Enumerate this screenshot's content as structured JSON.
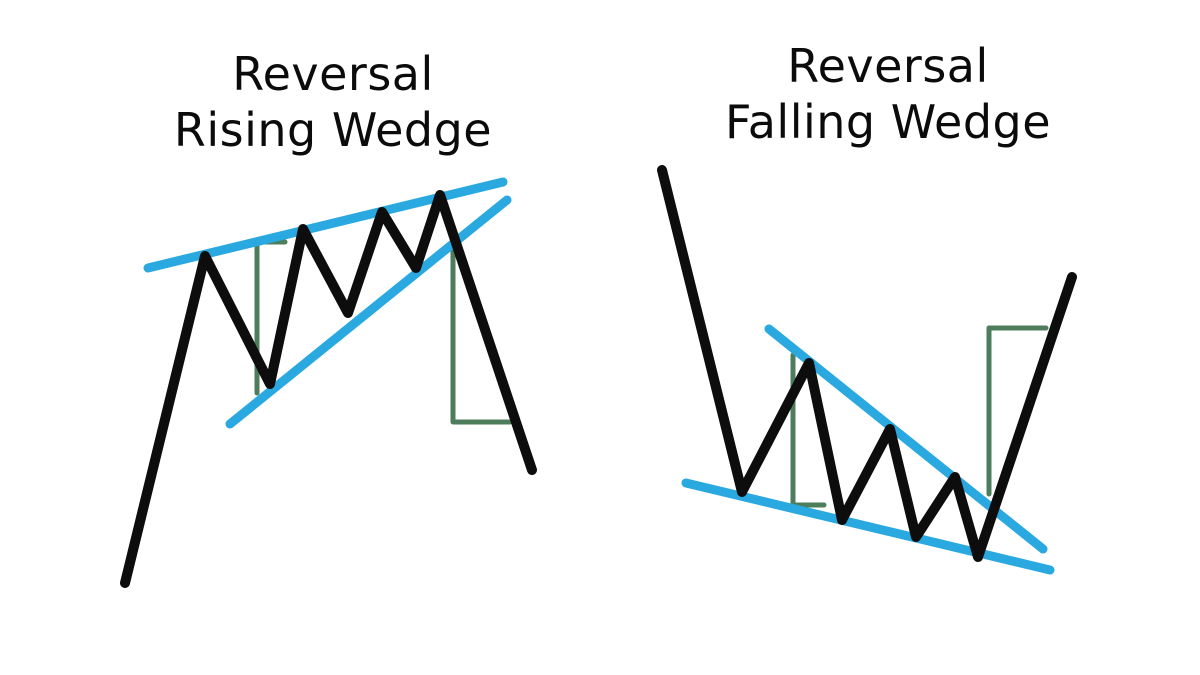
{
  "page": {
    "background": "#ffffff"
  },
  "colors": {
    "title_text": "#0b0b0b",
    "price_line": "#0d0d0d",
    "trendline": "#29a9e0",
    "measure_bracket": "#4e7d5c"
  },
  "stroke": {
    "price": 10,
    "trendline": 9,
    "measure": 5
  },
  "panels": [
    {
      "id": "reversal-rising-wedge",
      "title_line1": "Reversal",
      "title_line2": "Rising Wedge",
      "price_path": [
        [
          125,
          583
        ],
        [
          205,
          256
        ],
        [
          270,
          384
        ],
        [
          303,
          229
        ],
        [
          348,
          313
        ],
        [
          382,
          212
        ],
        [
          416,
          268
        ],
        [
          440,
          195
        ],
        [
          532,
          470
        ]
      ],
      "trendlines": [
        {
          "name": "resistance",
          "points": [
            [
              148,
              268
            ],
            [
              503,
              182
            ]
          ]
        },
        {
          "name": "support",
          "points": [
            [
              230,
              424
            ],
            [
              507,
              200
            ]
          ]
        }
      ],
      "measures": [
        {
          "name": "wedge-height",
          "points": [
            [
              285,
              242
            ],
            [
              257,
              242
            ],
            [
              257,
              393
            ]
          ]
        },
        {
          "name": "price-target",
          "points": [
            [
              453,
              247
            ],
            [
              453,
              422
            ],
            [
              510,
              422
            ]
          ]
        }
      ]
    },
    {
      "id": "reversal-falling-wedge",
      "title_line1": "Reversal",
      "title_line2": "Falling Wedge",
      "price_path": [
        [
          662,
          170
        ],
        [
          742,
          492
        ],
        [
          809,
          363
        ],
        [
          842,
          520
        ],
        [
          890,
          429
        ],
        [
          916,
          537
        ],
        [
          955,
          477
        ],
        [
          978,
          557
        ],
        [
          1072,
          277
        ]
      ],
      "trendlines": [
        {
          "name": "resistance",
          "points": [
            [
              769,
              329
            ],
            [
              1043,
              549
            ]
          ]
        },
        {
          "name": "support",
          "points": [
            [
              686,
              483
            ],
            [
              1050,
              570
            ]
          ]
        }
      ],
      "measures": [
        {
          "name": "wedge-height",
          "points": [
            [
              793,
              355
            ],
            [
              793,
              505
            ],
            [
              824,
              505
            ]
          ]
        },
        {
          "name": "price-target",
          "points": [
            [
              989,
              494
            ],
            [
              989,
              328
            ],
            [
              1046,
              328
            ]
          ]
        }
      ]
    }
  ]
}
